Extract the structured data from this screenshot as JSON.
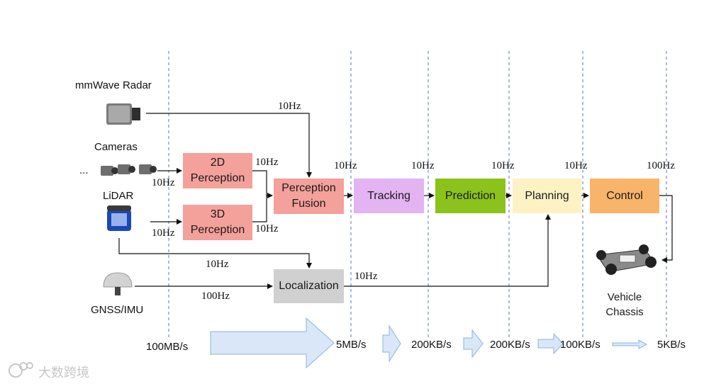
{
  "sources": {
    "radar": "mmWave Radar",
    "cameras": "Cameras",
    "cameras_ellipsis": "...",
    "lidar": "LiDAR",
    "gnss": "GNSS/IMU"
  },
  "blocks": {
    "perception_2d": "2D\nPerception",
    "perception_3d": "3D\nPerception",
    "fusion": "Perception\nFusion",
    "tracking": "Tracking",
    "prediction": "Prediction",
    "planning": "Planning",
    "control": "Control",
    "localization": "Localization"
  },
  "vehicle": "Vehicle\nChassis",
  "rates": {
    "radar_to_fusion": "10Hz",
    "camera_to_2d": "10Hz",
    "lidar_to_3d": "10Hz",
    "out_2d": "10Hz",
    "out_3d": "10Hz",
    "fusion_out": "10Hz",
    "tracking_out": "10Hz",
    "prediction_out": "10Hz",
    "planning_out": "10Hz",
    "control_out": "100Hz",
    "lidar_to_localization": "10Hz",
    "gnss_to_localization": "100Hz",
    "localization_to_planning": "10Hz"
  },
  "bandwidth": [
    "100MB/s",
    "5MB/s",
    "200KB/s",
    "200KB/s",
    "100KB/s",
    "5KB/s"
  ],
  "watermark": "大数跨境",
  "colors": {
    "perception": "#f4a09b",
    "tracking": "#e3b3f2",
    "prediction": "#8cc21c",
    "planning": "#fdf2c4",
    "control": "#f8b46a",
    "localization": "#d0d0d0",
    "divider": "#7f95c6",
    "bandwidth_arrow": "#d9e7f8"
  },
  "icons": [
    "radar-sensor-icon",
    "camera-icon",
    "lidar-icon",
    "gnss-antenna-icon",
    "vehicle-chassis-icon"
  ]
}
